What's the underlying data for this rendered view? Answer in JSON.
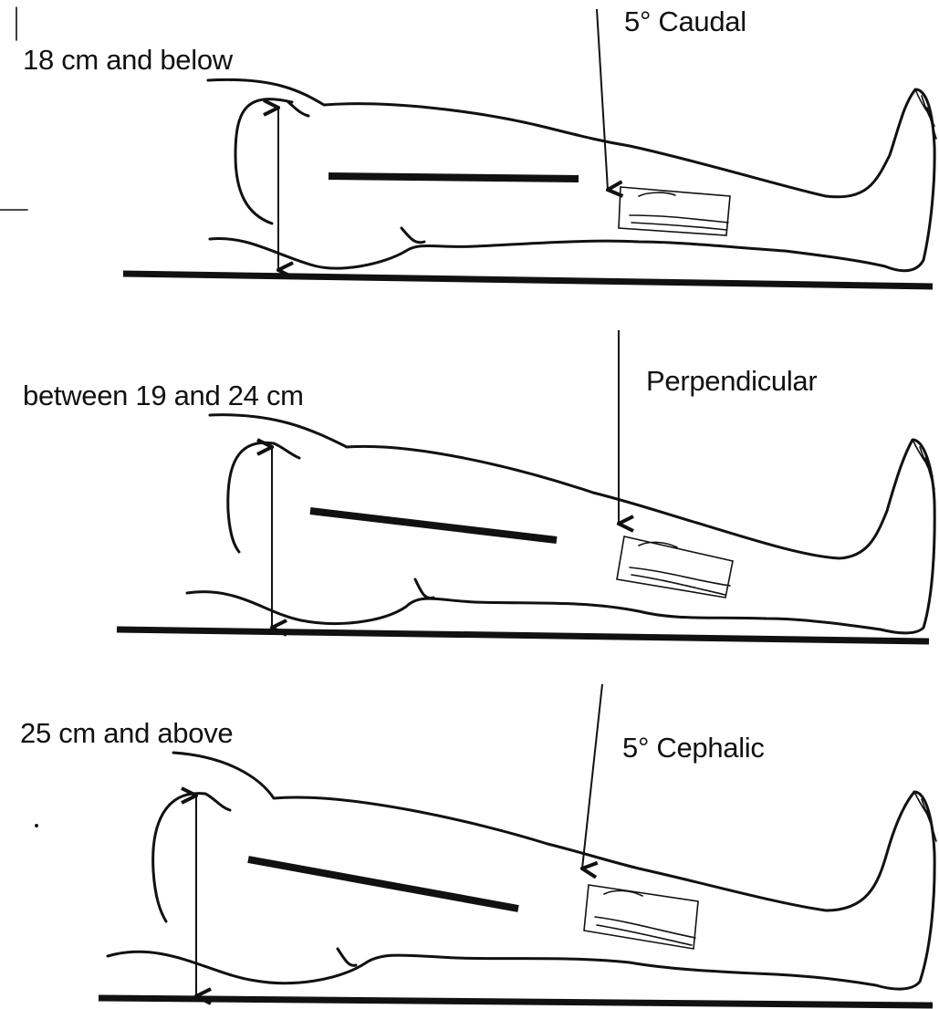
{
  "panels": [
    {
      "thickness_label": "18 cm and below",
      "angle_label": "5° Caudal"
    },
    {
      "thickness_label": "between 19 and 24 cm",
      "angle_label": "Perpendicular"
    },
    {
      "thickness_label": "25 cm and above",
      "angle_label": "5° Cephalic"
    }
  ]
}
